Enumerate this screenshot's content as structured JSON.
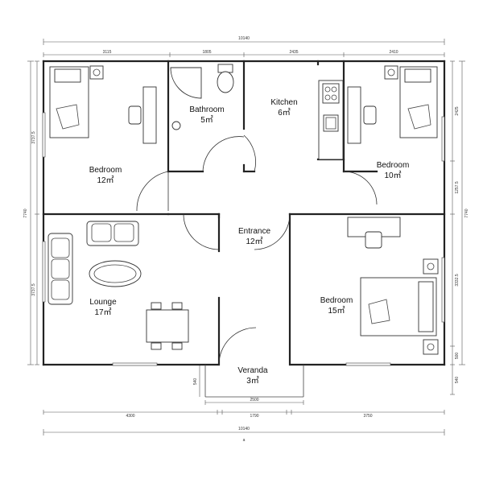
{
  "rooms": [
    {
      "id": "bedroom-nw",
      "name": "Bedroom",
      "area": "12㎡"
    },
    {
      "id": "bathroom",
      "name": "Bathroom",
      "area": "5㎡"
    },
    {
      "id": "kitchen",
      "name": "Kitchen",
      "area": "6㎡"
    },
    {
      "id": "bedroom-ne",
      "name": "Bedroom",
      "area": "10㎡"
    },
    {
      "id": "entrance",
      "name": "Entrance",
      "area": "12㎡"
    },
    {
      "id": "lounge",
      "name": "Lounge",
      "area": "17㎡"
    },
    {
      "id": "bedroom-se",
      "name": "Bedroom",
      "area": "15㎡"
    },
    {
      "id": "veranda",
      "name": "Veranda",
      "area": "3㎡"
    }
  ],
  "dimensions": {
    "top_total": "10140",
    "top_segments": [
      "3115",
      "1805",
      "2435",
      "2410"
    ],
    "bottom_total": "10140",
    "bottom_segments": [
      "4300",
      "1790",
      "3750"
    ],
    "veranda_width": "2500",
    "veranda_depth_left": "540",
    "veranda_depth_right": "540",
    "left_total": "7740",
    "left_segments": [
      "3737.5",
      "3737.5"
    ],
    "right_total": "7740",
    "right_segments": [
      "2425",
      "1257.5",
      "3332.5",
      "500"
    ]
  },
  "footnote": "a"
}
